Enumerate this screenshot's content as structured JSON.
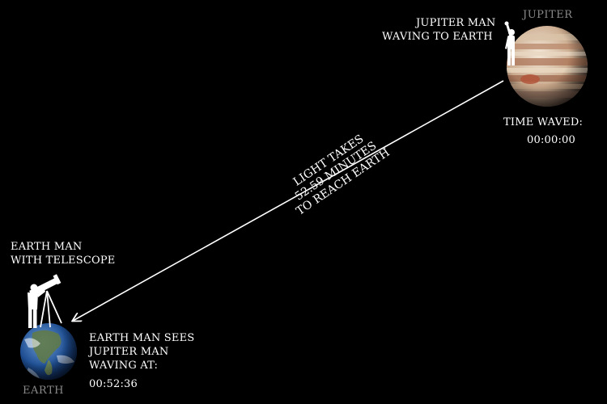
{
  "jupiter": {
    "name": "JUPITER",
    "man_label_line1": "JUPITER MAN",
    "man_label_line2": "WAVING TO EARTH",
    "time_label": "TIME WAVED:",
    "time_value": "00:00:00"
  },
  "earth": {
    "name": "EARTH",
    "man_label_line1": "EARTH MAN",
    "man_label_line2": "WITH TELESCOPE",
    "sees_line1": "EARTH MAN SEES",
    "sees_line2": "JUPITER MAN",
    "sees_line3": "WAVING AT:",
    "time_value": "00:52:36"
  },
  "light": {
    "line1": "LIGHT TAKES",
    "line2": "52.59 MINUTES",
    "line3": "TO REACH EARTH"
  },
  "colors": {
    "background": "#000000",
    "text": "#ffffff",
    "planet_name": "#8a8a8a",
    "arrow": "#ffffff"
  }
}
